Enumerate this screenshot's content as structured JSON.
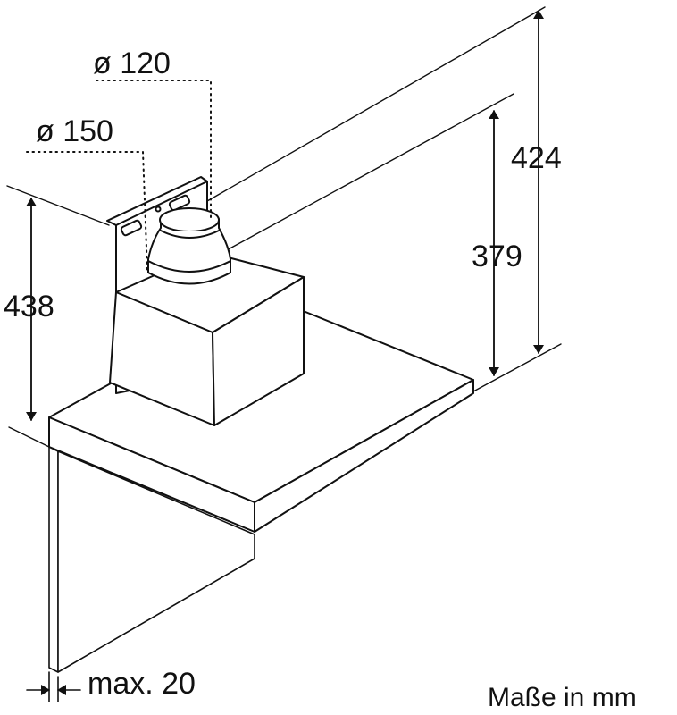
{
  "title": "Maße in mm",
  "dimensions": {
    "outlet_small": "ø 120",
    "outlet_large": "ø 150",
    "total_height": "424",
    "hood_height": "379",
    "wall_height": "438",
    "wall_gap": "max. 20"
  },
  "colors": {
    "line": "#111111",
    "background": "#ffffff"
  }
}
